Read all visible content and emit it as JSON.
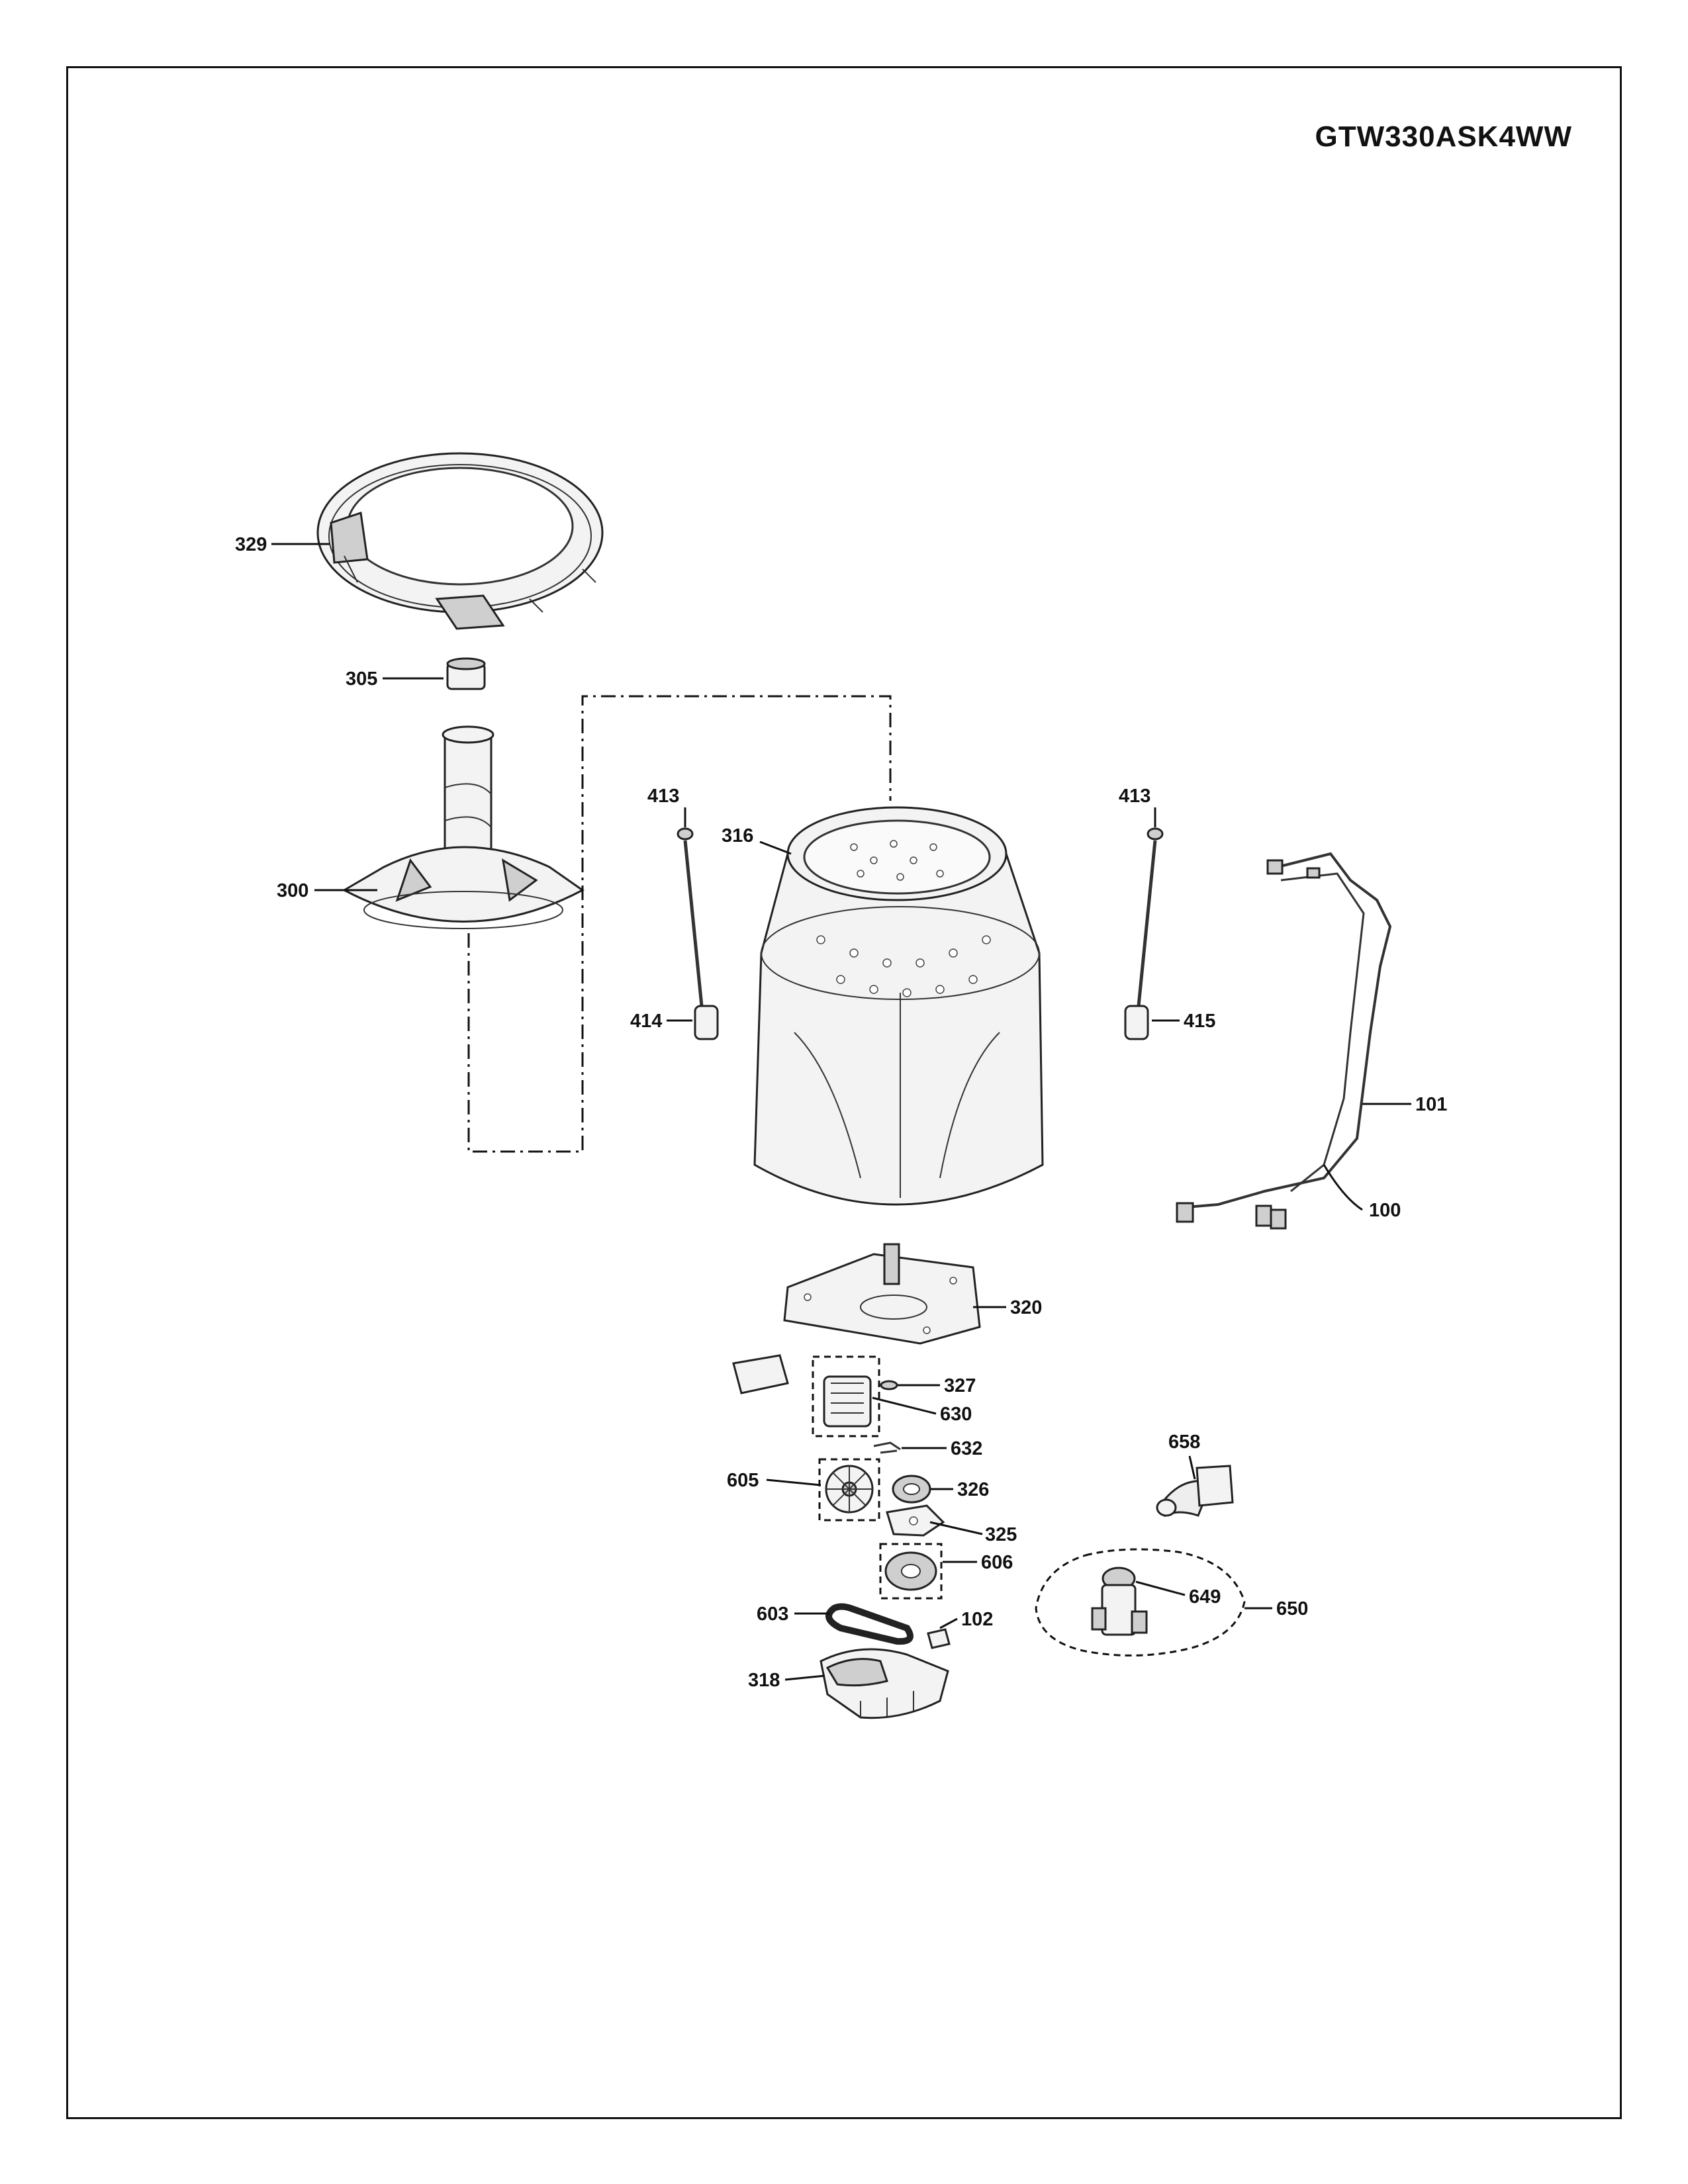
{
  "model": "GTW330ASK4WW",
  "parts": [
    {
      "id": "329",
      "name": "tub-cover"
    },
    {
      "id": "305",
      "name": "bearing-sleeve"
    },
    {
      "id": "300",
      "name": "impeller-agitator"
    },
    {
      "id": "413",
      "name": "suspension-cap-left"
    },
    {
      "id": "413b",
      "label": "413",
      "name": "suspension-cap-right"
    },
    {
      "id": "414",
      "name": "suspension-rod-left"
    },
    {
      "id": "415",
      "name": "suspension-rod-right"
    },
    {
      "id": "316",
      "name": "wash-basket-tub"
    },
    {
      "id": "101",
      "name": "harness-101"
    },
    {
      "id": "100",
      "name": "wire-harness"
    },
    {
      "id": "320",
      "name": "mounting-plate"
    },
    {
      "id": "327",
      "name": "o-ring"
    },
    {
      "id": "630",
      "name": "motor"
    },
    {
      "id": "632",
      "name": "hardware"
    },
    {
      "id": "605",
      "name": "pulley-fan"
    },
    {
      "id": "326",
      "name": "rotor-small"
    },
    {
      "id": "325",
      "name": "bracket"
    },
    {
      "id": "606",
      "name": "rotor"
    },
    {
      "id": "603",
      "name": "drive-belt"
    },
    {
      "id": "102",
      "name": "clip"
    },
    {
      "id": "318",
      "name": "base-pan"
    },
    {
      "id": "658",
      "name": "drain-hose"
    },
    {
      "id": "649",
      "name": "pump-cap"
    },
    {
      "id": "650",
      "name": "drain-pump"
    }
  ]
}
